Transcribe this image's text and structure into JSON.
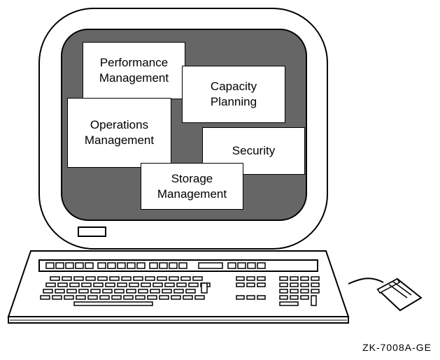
{
  "windows": [
    {
      "id": "performance",
      "label": "Performance\nManagement"
    },
    {
      "id": "capacity",
      "label": "Capacity\nPlanning"
    },
    {
      "id": "operations",
      "label": "Operations\nManagement"
    },
    {
      "id": "security",
      "label": "Security"
    },
    {
      "id": "storage",
      "label": "Storage\nManagement"
    }
  ],
  "figure_id": "ZK-7008A-GE",
  "colors": {
    "screen": "#666666",
    "line": "#000000",
    "paper": "#ffffff"
  },
  "icons": [
    "monitor-icon",
    "keyboard-icon",
    "mouse-icon"
  ]
}
